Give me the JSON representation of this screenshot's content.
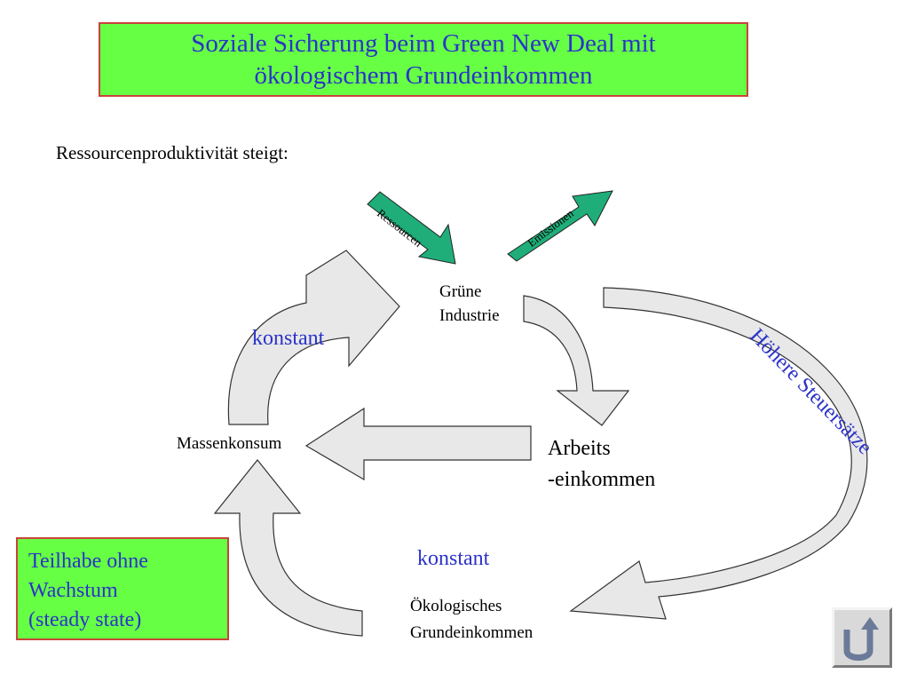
{
  "title": {
    "line1": "Soziale Sicherung beim Green New Deal mit",
    "line2": "ökologischem Grundeinkommen"
  },
  "subtitle": "Ressourcenproduktivität steigt:",
  "nodes": {
    "industry": [
      "Grüne",
      "Industrie"
    ],
    "income": [
      "Arbeits",
      "-einkommen"
    ],
    "consumption": "Massenkonsum",
    "basic_income": [
      "Ökologisches",
      "Grundeinkommen"
    ]
  },
  "arrows": {
    "resources": "Ressourcen",
    "emissions": "Emissionen",
    "taxes": "Höhere Steuersätze",
    "constant_top": "konstant",
    "constant_bottom": "konstant"
  },
  "callout": [
    "Teilhabe ohne",
    "Wachstum",
    "(steady state)"
  ],
  "colors": {
    "title_bg": "#66ff44",
    "title_border": "#c9443a",
    "title_text": "#2b33c9",
    "arrow_fill": "#e8e8e8",
    "small_arrow_fill": "#1fae7a"
  },
  "nav_button_icon": "u-turn-back-icon"
}
